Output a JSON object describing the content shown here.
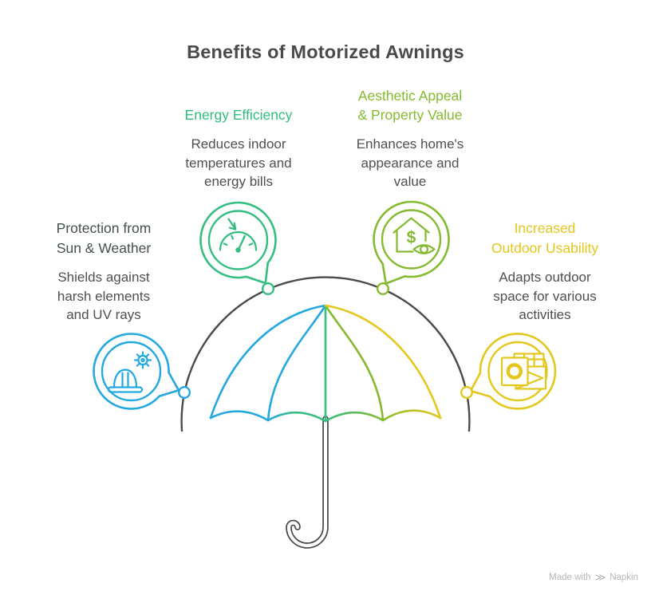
{
  "title": "Benefits of Motorized Awnings",
  "benefits": [
    {
      "id": "protection-sun-weather",
      "heading": "Protection from\nSun & Weather",
      "body": "Shields against\nharsh elements\nand UV rays",
      "heading_color": "#44504C",
      "accent_color": "#24A8E0",
      "icon": "hard-hat-gear-icon"
    },
    {
      "id": "energy-efficiency",
      "heading": "Energy Efficiency",
      "body": "Reduces indoor\ntemperatures and\nenergy bills",
      "heading_color": "#2FBE7F",
      "accent_color": "#35BE81",
      "icon": "gauge-decrease-icon"
    },
    {
      "id": "aesthetic-appeal-property-value",
      "heading": "Aesthetic Appeal\n& Property Value",
      "body": "Enhances home's\nappearance and\nvalue",
      "heading_color": "#85BA30",
      "accent_color": "#85BA30",
      "icon": "house-dollar-eye-icon",
      "dollar_sign": "$"
    },
    {
      "id": "increased-outdoor-usability",
      "heading": "Increased\nOutdoor Usability",
      "body": "Adapts outdoor\nspace for various\nactivities",
      "heading_color": "#E3C71D",
      "accent_color": "#E3C71D",
      "icon": "photo-grid-envelope-icon"
    }
  ],
  "umbrella": {
    "canopy_colors": [
      "#24A8E0",
      "#35BE81",
      "#85BA30",
      "#E5C81E"
    ],
    "frame_color": "#4A4A4A"
  },
  "footer": {
    "made_with": "Made with",
    "brand": "Napkin",
    "logo_glyph": "≫"
  },
  "palette": {
    "title_color": "#4A4A4A",
    "body_text_color": "#4F4F4F",
    "watermark_color": "#B6B6B6"
  }
}
